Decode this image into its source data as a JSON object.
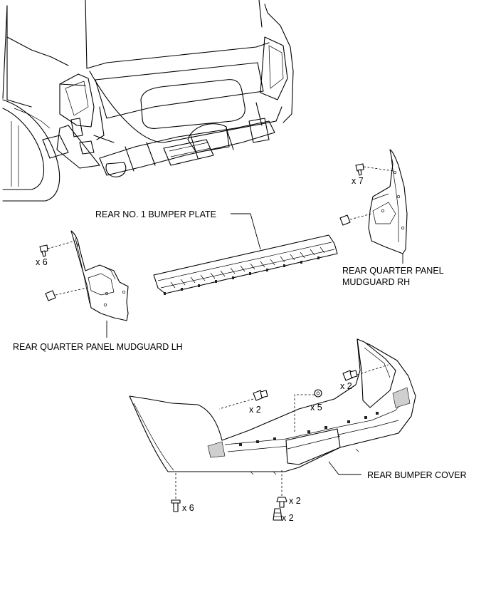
{
  "labels": {
    "rear_no1_bumper_plate": "REAR NO. 1 BUMPER PLATE",
    "mudguard_rh_line1": "REAR QUARTER PANEL",
    "mudguard_rh_line2": "MUDGUARD RH",
    "mudguard_lh": "REAR QUARTER PANEL MUDGUARD LH",
    "rear_bumper_cover": "REAR BUMPER COVER"
  },
  "quantities": {
    "rh_clips": "x 7",
    "lh_clips": "x 6",
    "cover_side_rh": "x 2",
    "cover_side_lh": "x 2",
    "cover_center": "x 5",
    "cover_bottom_screws": "x 6",
    "cover_center_bolts": "x 2",
    "cover_center_clips": "x 2"
  }
}
